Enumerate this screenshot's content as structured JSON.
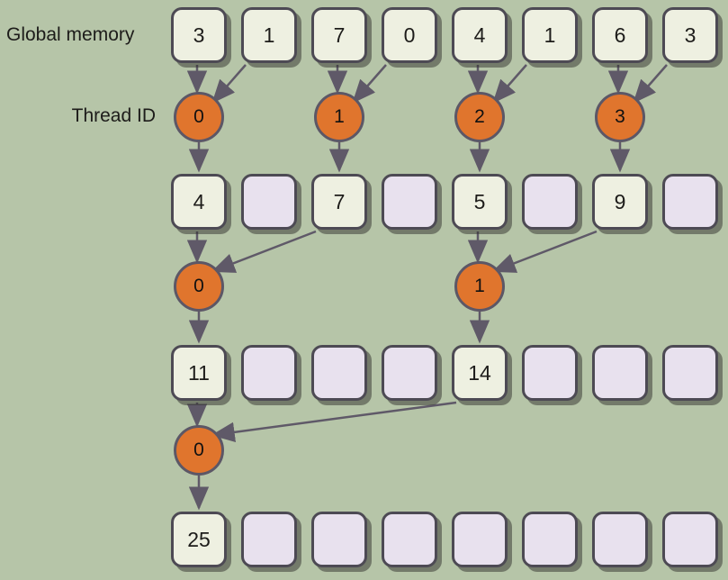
{
  "labels": {
    "global_memory": "Global memory",
    "thread_id": "Thread ID"
  },
  "colors": {
    "background": "#b6c5a8",
    "cell_filled": "#eef0e1",
    "cell_empty": "#e8e1ee",
    "cell_border": "#4d4a54",
    "thread_fill": "#e0752d",
    "thread_border": "#5c5766",
    "arrow": "#5f5968",
    "text": "#1d1c1a"
  },
  "memory_rows": [
    {
      "name": "global-memory-initial",
      "cells": [
        "3",
        "1",
        "7",
        "0",
        "4",
        "1",
        "6",
        "3"
      ]
    },
    {
      "name": "after-round-1",
      "cells": [
        "4",
        null,
        "7",
        null,
        "5",
        null,
        "9",
        null
      ]
    },
    {
      "name": "after-round-2",
      "cells": [
        "11",
        null,
        null,
        null,
        "14",
        null,
        null,
        null
      ]
    },
    {
      "name": "after-round-3",
      "cells": [
        "25",
        null,
        null,
        null,
        null,
        null,
        null,
        null
      ]
    }
  ],
  "thread_rounds": [
    {
      "threads": [
        {
          "id": "0",
          "inputs": [
            0,
            1
          ],
          "output": 0
        },
        {
          "id": "1",
          "inputs": [
            2,
            3
          ],
          "output": 2
        },
        {
          "id": "2",
          "inputs": [
            4,
            5
          ],
          "output": 4
        },
        {
          "id": "3",
          "inputs": [
            6,
            7
          ],
          "output": 6
        }
      ]
    },
    {
      "threads": [
        {
          "id": "0",
          "inputs": [
            0,
            2
          ],
          "output": 0
        },
        {
          "id": "1",
          "inputs": [
            4,
            6
          ],
          "output": 4
        }
      ]
    },
    {
      "threads": [
        {
          "id": "0",
          "inputs": [
            0,
            4
          ],
          "output": 0
        }
      ]
    }
  ]
}
